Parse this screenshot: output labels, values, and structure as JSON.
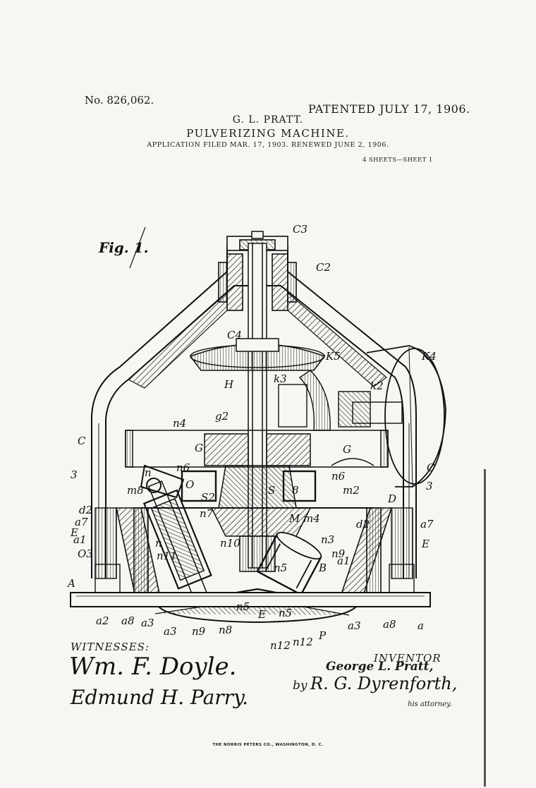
{
  "header": {
    "patent_number": "No. 826,062.",
    "patent_date": "PATENTED JULY 17, 1906.",
    "inventor_name": "G. L. PRATT.",
    "title": "PULVERIZING MACHINE.",
    "application": "APPLICATION FILED MAR. 17, 1903. RENEWED JUNE 2, 1906.",
    "sheets": "4 SHEETS—SHEET 1"
  },
  "drawing": {
    "figure_label": "Fig. 1.",
    "labels": [
      "C3",
      "C2",
      "C4",
      "K5",
      "K4",
      "k3",
      "k2",
      "H",
      "g2",
      "n4",
      "C",
      "G",
      "G",
      "C",
      "n",
      "n6",
      "n6",
      "3",
      "3",
      "m8",
      "O",
      "S2",
      "S",
      "8",
      "m2",
      "n7",
      "d2",
      "D",
      "M",
      "m4",
      "a7",
      "a7",
      "E",
      "E",
      "a1",
      "n3",
      "n9",
      "d2",
      "O3",
      "n",
      "n11",
      "n10",
      "n5",
      "B",
      "a1",
      "A",
      "a2",
      "a8",
      "a3",
      "a3",
      "n9",
      "n8",
      "n5",
      "E",
      "n5",
      "a3",
      "a8",
      "a",
      "n12",
      "n12",
      "P"
    ]
  },
  "signatures": {
    "witnesses_label": "WITNESSES:",
    "witness_1": "Wm. F. Doyle.",
    "witness_2": "Edmund H. Parry.",
    "inventor_label": "INVENTOR",
    "inventor_signature": "George L. Pratt,",
    "by": "by",
    "attorney_signature": "R. G. Dyrenforth,",
    "attorney_label": "his attorney."
  },
  "footer": {
    "printer": "THE NORRIS PETERS CO., WASHINGTON, D. C."
  }
}
